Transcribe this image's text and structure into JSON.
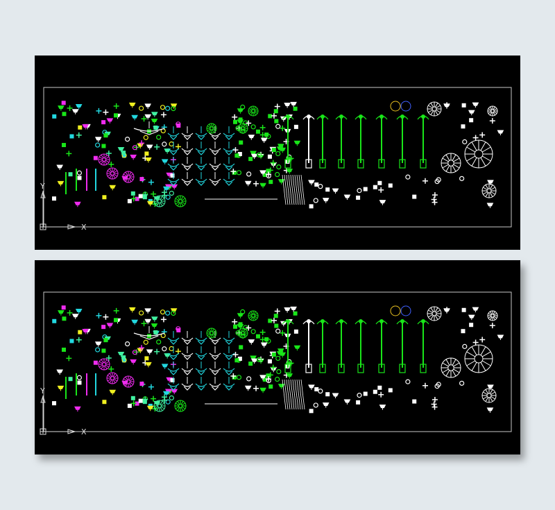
{
  "drawing": {
    "axis": {
      "x_label": "X",
      "y_label": "Y"
    },
    "colors": {
      "background": "#e3e9ed",
      "canvas": "#000000",
      "border": "#c8c8c8",
      "white": "#ffffff",
      "green": "#19e619",
      "cyan": "#22d8e0",
      "magenta": "#f02cf0",
      "yellow": "#f0f020",
      "aqua_green": "#40f0a0"
    },
    "previews": [
      "top",
      "bottom"
    ]
  }
}
